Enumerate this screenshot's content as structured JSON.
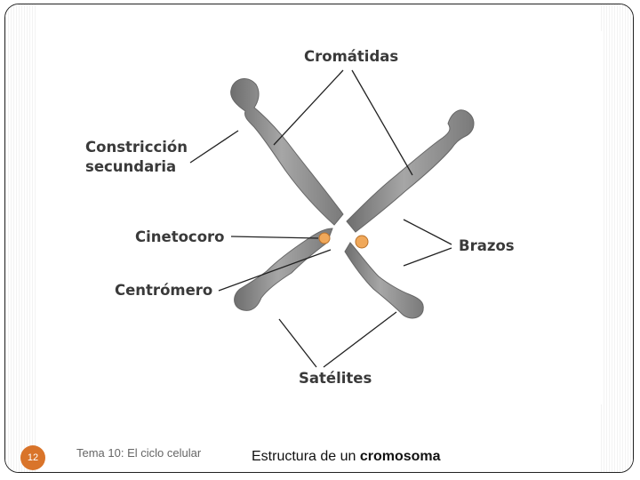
{
  "slide": {
    "number": "12",
    "topic": "Tema 10: El ciclo celular",
    "title_prefix": "Estructura de un",
    "title_bold": "cromosoma"
  },
  "diagram": {
    "labels": {
      "cromatidas": "Cromátidas",
      "constriccion_1": "Constricción",
      "constriccion_2": "secundaria",
      "cinetocoro": "Cinetocoro",
      "centromero": "Centrómero",
      "brazos": "Brazos",
      "satelites": "Satélites"
    }
  },
  "colors": {
    "chromosome": "#8c8c8c",
    "kinetochore": "#f0a85a",
    "badge": "#d9742a"
  }
}
